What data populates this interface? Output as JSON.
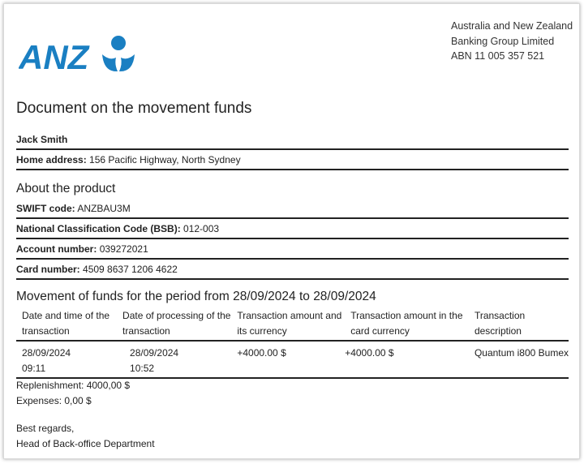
{
  "logo": {
    "text": "ANZ",
    "color": "#1a7fc2"
  },
  "bank": {
    "line1": "Australia and New Zealand",
    "line2": "Banking Group Limited",
    "line3": "ABN 11 005 357 521"
  },
  "document": {
    "title": "Document on the movement funds",
    "holder_name": "Jack Smith",
    "address_label": "Home address:",
    "address_value": "156 Pacific Highway, North Sydney"
  },
  "product": {
    "heading": "About the product",
    "swift_label": "SWIFT code:",
    "swift_value": "ANZBAU3M",
    "bsb_label": "National Classification Code (BSB):",
    "bsb_value": "012-003",
    "account_label": "Account number:",
    "account_value": "039272021",
    "card_label": "Card number:",
    "card_value": "4509 8637 1206 4622"
  },
  "movement": {
    "heading": "Movement of funds for the period from 28/09/2024 to 28/09/2024",
    "columns": [
      "Date and time of the transaction",
      "Date of processing of the transaction",
      "Transaction amount and its currency",
      "Transaction amount in the card currency",
      "Transaction description"
    ],
    "rows": [
      {
        "date_time": [
          "28/09/2024",
          "09:11"
        ],
        "processing": [
          "28/09/2024",
          "10:52"
        ],
        "amount": "+4000.00 $",
        "card_amount": "+4000.00 $",
        "description": "Quantum i800 Bumex"
      }
    ]
  },
  "summary": {
    "replenishment": "Replenishment: 4000,00 $",
    "expenses": "Expenses: 0,00 $"
  },
  "closing": {
    "line1": "Best regards,",
    "line2": "Head of Back-office Department"
  }
}
